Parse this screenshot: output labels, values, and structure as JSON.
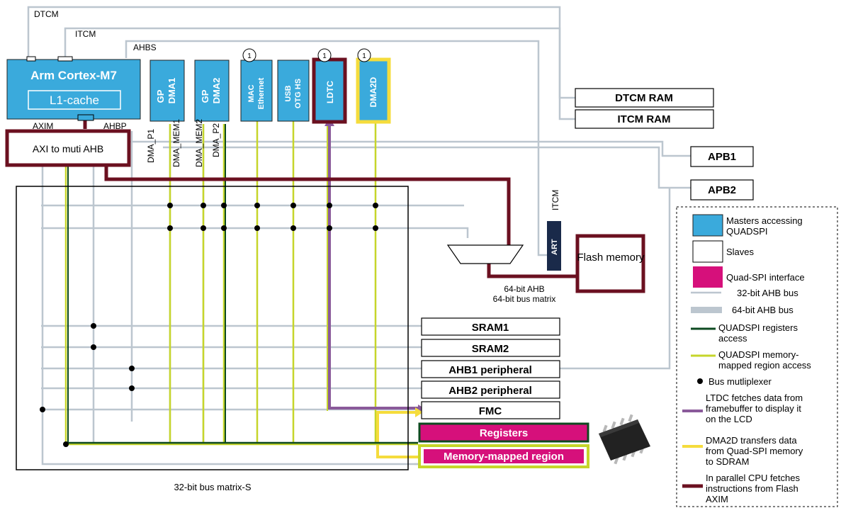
{
  "bus_labels": {
    "dtcm": "DTCM",
    "itcm": "ITCM",
    "ahbs": "AHBS",
    "axim": "AXIM",
    "ahbp": "AHBP",
    "itcm_vertical": "ITCM"
  },
  "cpu": {
    "title": "Arm Cortex-M7",
    "cache": "L1-cache"
  },
  "axi_bridge": "AXI to muti AHB",
  "masters": {
    "gp_dma1_a": "GP",
    "gp_dma1_b": "DMA1",
    "gp_dma2_a": "GP",
    "gp_dma2_b": "DMA2",
    "eth_a": "MAC",
    "eth_b": "Ethernet",
    "usb_a": "USB",
    "usb_b": "OTG HS",
    "ltdc": "LDTC",
    "dma2d": "DMA2D",
    "footnote_mark": "1"
  },
  "dma_ports": {
    "p1": "DMA_P1",
    "mem1": "DMA_MEM1",
    "mem2": "DMA_MEM2",
    "p2": "DMA_P2"
  },
  "slaves": {
    "dtcm_ram": "DTCM RAM",
    "itcm_ram": "ITCM RAM",
    "apb1": "APB1",
    "apb2": "APB2",
    "art": "ART",
    "flash": "Flash memory",
    "sram1": "SRAM1",
    "sram2": "SRAM2",
    "ahb1": "AHB1 peripheral",
    "ahb2": "AHB2 peripheral",
    "fmc": "FMC",
    "registers": "Registers",
    "memmapped": "Memory-mapped region"
  },
  "matrix_labels": {
    "ahb64_line1": "64-bit AHB",
    "ahb64_line2": "64-bit bus matrix",
    "bus_matrix_s": "32-bit bus matrix-S"
  },
  "legend": {
    "masters_a": "Masters accessing",
    "masters_b": "QUADSPI",
    "slaves": "Slaves",
    "quadspi_if": "Quad-SPI interface",
    "ahb32": "32-bit AHB bus",
    "ahb64": "64-bit AHB bus",
    "reg_a": "QUADSPI registers",
    "reg_b": "access",
    "mem_a": "QUADSPI memory-",
    "mem_b": "mapped region access",
    "mux": "Bus mutliplexer",
    "ltdc_a": "LTDC fetches data from",
    "ltdc_b": "framebuffer to display it",
    "ltdc_c": "on the LCD",
    "dma2d_a": "DMA2D transfers data",
    "dma2d_b": "from Quad-SPI memory",
    "dma2d_c": "to SDRAM",
    "cpu_a": "In parallel CPU fetches",
    "cpu_b": "instructions from Flash",
    "cpu_c": "AXIM"
  },
  "colors": {
    "bus32": "#bcc6cf",
    "master_fill": "#3aaadc",
    "quadspi": "#d6107b",
    "dark_red": "#6b1020",
    "green": "#0d4a20",
    "lime": "#c6d52a",
    "purple": "#8a5a9a",
    "yellow": "#f5dc3c",
    "art_fill": "#1a2a4a"
  }
}
